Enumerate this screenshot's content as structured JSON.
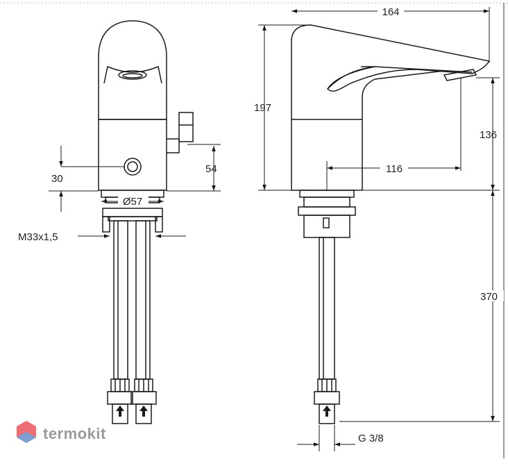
{
  "dimensions": {
    "width_total": "164",
    "height_body": "197",
    "spout_height": "136",
    "spout_reach": "116",
    "hose_length": "370",
    "sensor_height": "30",
    "handle_height": "54",
    "base_diameter": "Ø57",
    "thread": "M33x1,5",
    "connection": "G 3/8"
  },
  "watermark": {
    "brand": "termokit"
  },
  "colors": {
    "line": "#1a1a1a",
    "watermark_text": "#9a9a9a",
    "logo_red": "#e84b52",
    "logo_blue": "#6aa9e0"
  }
}
